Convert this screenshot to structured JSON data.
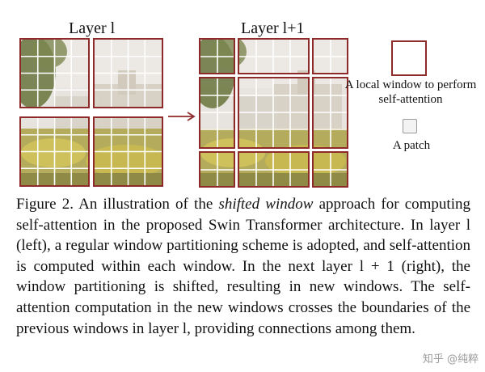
{
  "figure": {
    "layer_left_title": "Layer l",
    "layer_right_title": "Layer l+1",
    "legend_window_text": "A local window to perform self-attention",
    "legend_patch_text": "A patch"
  },
  "caption": {
    "prefix": "Figure 2. An illustration of the ",
    "emphasis": "shifted window",
    "body": " approach for computing self-attention in the proposed Swin Transformer architecture. In layer l (left), a regular window partitioning scheme is adopted, and self-attention is computed within each window. In the next layer l + 1 (right), the window partitioning is shifted, resulting in new windows. The self-attention computation in the new windows crosses the boundaries of the previous windows in layer l, providing connections among them."
  },
  "watermark": "知乎 @纯粹",
  "colors": {
    "window_border": "#8e2a2a",
    "patch_grid": "#ffffff"
  }
}
